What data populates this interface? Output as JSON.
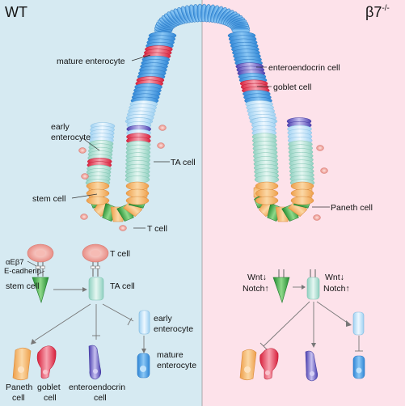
{
  "panels": {
    "left": {
      "title": "WT",
      "bg": "#d6eaf2"
    },
    "right": {
      "title_base": "β7",
      "title_sup": "-/-",
      "bg": "#fde2ea"
    }
  },
  "crypt_labels": {
    "mature_enterocyte": "mature enterocyte",
    "early_enterocyte_1": "early",
    "early_enterocyte_2": "enterocyte",
    "ta_cell": "TA cell",
    "stem_cell": "stem cell",
    "t_cell": "T cell",
    "enteroendocrin_cell": "enteroendocrin cell",
    "goblet_cell": "goblet cell",
    "paneth_cell": "Paneth cell"
  },
  "wt_schematic": {
    "t_cell": "T cell",
    "integrin": "αEβ7",
    "cadherin": "E-cadherin",
    "stem_cell": "stem cell",
    "ta_cell": "TA cell",
    "early_enterocyte_1": "early",
    "early_enterocyte_2": "enterocyte",
    "mature_enterocyte_1": "mature",
    "mature_enterocyte_2": "enterocyte",
    "paneth_1": "Paneth",
    "paneth_2": "cell",
    "goblet_1": "goblet",
    "goblet_2": "cell",
    "enteroendocrin_1": "enteroendocrin",
    "enteroendocrin_2": "cell"
  },
  "ko_schematic": {
    "wnt_left": "Wnt↓",
    "notch_left": "Notch↑",
    "wnt_right": "Wnt↓",
    "notch_right": "Notch↑"
  },
  "colors": {
    "enterocyte_blue": "#4a9fe0",
    "ta_teal": "#bfe6dc",
    "stem_green": "#3aa845",
    "paneth_orange": "#f2b36b",
    "goblet_red": "#e0405a",
    "tcell_pink": "#f2a8a0",
    "endocrine_purple": "#7b72c8"
  }
}
